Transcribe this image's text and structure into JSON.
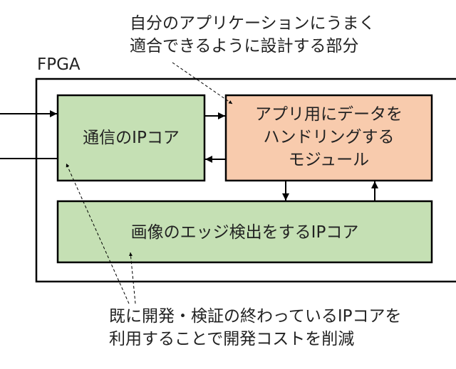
{
  "diagram": {
    "top_note": {
      "line1": "自分のアプリケーションにうまく",
      "line2": "適合できるように設計する部分"
    },
    "fpga_label": "FPGA",
    "blocks": {
      "comm_ip": "通信のIPコア",
      "handler": {
        "line1": "アプリ用にデータを",
        "line2": "ハンドリングする",
        "line3": "モジュール"
      },
      "edge_ip": "画像のエッジ検出をするIPコア"
    },
    "bottom_note": {
      "line1": "既に開発・検証の終わっているIPコアを",
      "line2": "利用することで開発コストを削減"
    },
    "colors": {
      "ip_core_fill": "#c5e0b4",
      "handler_fill": "#f8cbad",
      "stroke": "#000000"
    }
  }
}
